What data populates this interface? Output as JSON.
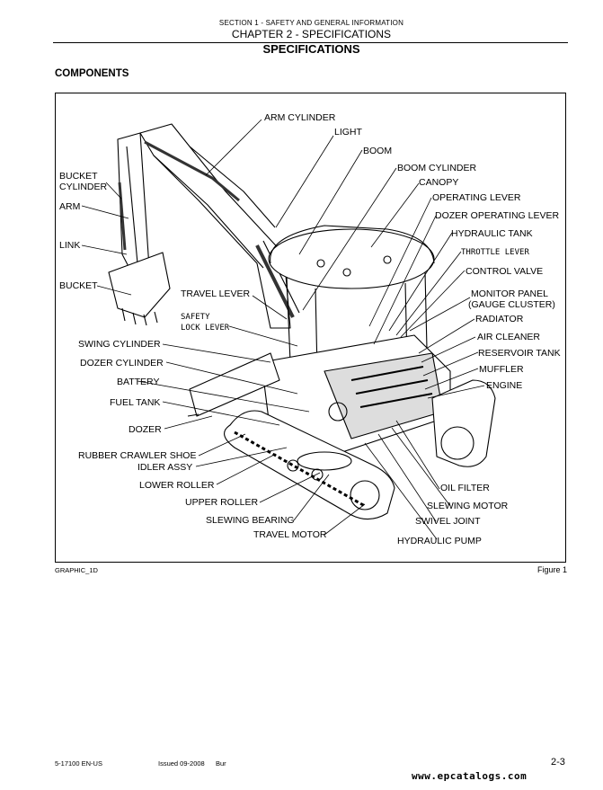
{
  "header": {
    "section": "SECTION 1 - SAFETY AND GENERAL INFORMATION",
    "chapter": "CHAPTER 2 - SPECIFICATIONS"
  },
  "page_title": "SPECIFICATIONS",
  "section_title": "COMPONENTS",
  "figure": {
    "graphic_id": "GRAPHIC_1D",
    "caption": "Figure 1",
    "labels": {
      "arm_cylinder": "ARM CYLINDER",
      "light": "LIGHT",
      "boom": "BOOM",
      "boom_cylinder": "BOOM CYLINDER",
      "canopy": "CANOPY",
      "operating_lever": "OPERATING LEVER",
      "dozer_operating_lever": "DOZER OPERATING LEVER",
      "hydraulic_tank": "HYDRAULIC TANK",
      "throttle_lever": "THROTTLE LEVER",
      "control_valve": "CONTROL VALVE",
      "monitor_panel_1": "MONITOR PANEL",
      "monitor_panel_2": "(GAUGE CLUSTER)",
      "radiator": "RADIATOR",
      "air_cleaner": "AIR CLEANER",
      "reservoir_tank": "RESERVOIR TANK",
      "muffler": "MUFFLER",
      "engine": "ENGINE",
      "bucket_cylinder_1": "BUCKET",
      "bucket_cylinder_2": "CYLINDER",
      "arm": "ARM",
      "link": "LINK",
      "bucket": "BUCKET",
      "travel_lever": "TRAVEL LEVER",
      "safety_lock_lever_1": "SAFETY",
      "safety_lock_lever_2": "LOCK LEVER",
      "swing_cylinder": "SWING CYLINDER",
      "dozer_cylinder": "DOZER CYLINDER",
      "battery": "BATTERY",
      "fuel_tank": "FUEL TANK",
      "dozer": "DOZER",
      "rubber_crawler_shoe": "RUBBER CRAWLER SHOE",
      "idler_assy": "IDLER ASSY",
      "lower_roller": "LOWER ROLLER",
      "upper_roller": "UPPER ROLLER",
      "slewing_bearing": "SLEWING BEARING",
      "travel_motor": "TRAVEL MOTOR",
      "oil_filter": "OIL FILTER",
      "slewing_motor": "SLEWING MOTOR",
      "swivel_joint": "SWIVEL JOINT",
      "hydraulic_pump": "HYDRAULIC PUMP"
    }
  },
  "footer": {
    "doc_number": "5-17100 EN-US",
    "issued": "Issued 09-2008",
    "suffix": "Bur",
    "page": "2-3"
  },
  "watermark": "www.epcatalogs.com"
}
